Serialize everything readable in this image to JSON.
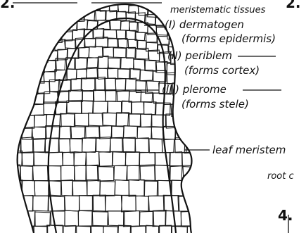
{
  "figure": {
    "labels": {
      "meristematic": "meristematic tissues",
      "dermatogen": "(I) dermatogen",
      "dermatogen_note": "(forms epidermis)",
      "periblem": "(II) periblem",
      "periblem_note": "(forms cortex)",
      "plerome": "(III) plerome",
      "plerome_note": "(forms stele)",
      "leaf_meristem": "leaf meristem",
      "root_cap": "root c"
    },
    "numbers": {
      "top_left": "2.",
      "top_right": "2.",
      "bottom_right": "4."
    }
  }
}
